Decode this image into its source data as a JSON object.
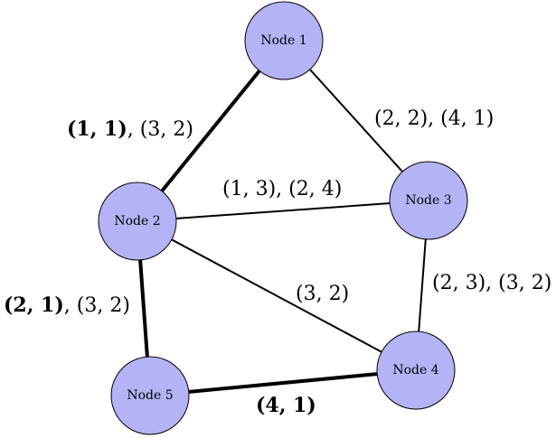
{
  "colors": {
    "node_fill": "#b3b3f5",
    "line": "#000000"
  },
  "nodes": {
    "node1": {
      "label": "Node 1"
    },
    "node2": {
      "label": "Node 2"
    },
    "node3": {
      "label": "Node 3"
    },
    "node4": {
      "label": "Node 4"
    },
    "node5": {
      "label": "Node 5"
    }
  },
  "edges": {
    "e12": {
      "from": "Node 1",
      "to": "Node 2",
      "bold": true,
      "label_bold": "(1, 1)",
      "label_rest": ", (3, 2)"
    },
    "e13": {
      "from": "Node 1",
      "to": "Node 3",
      "bold": false,
      "label": "(2, 2), (4, 1)"
    },
    "e23": {
      "from": "Node 2",
      "to": "Node 3",
      "bold": false,
      "label": "(1, 3), (2, 4)"
    },
    "e24": {
      "from": "Node 2",
      "to": "Node 4",
      "bold": false,
      "label": "(3, 2)"
    },
    "e25": {
      "from": "Node 2",
      "to": "Node 5",
      "bold": true,
      "label_bold": "(2, 1)",
      "label_rest": ", (3, 2)"
    },
    "e34": {
      "from": "Node 3",
      "to": "Node 4",
      "bold": false,
      "label": "(2, 3), (3, 2)"
    },
    "e45": {
      "from": "Node 4",
      "to": "Node 5",
      "bold": true,
      "label_bold": "(4, 1)"
    }
  }
}
